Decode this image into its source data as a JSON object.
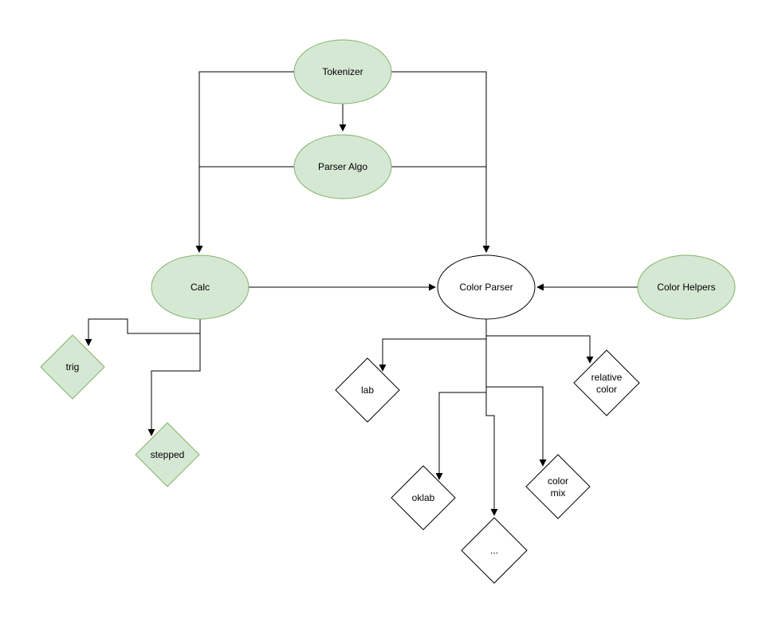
{
  "diagram": {
    "title": "CSS value parsing architecture diagram",
    "background": "#ffffff",
    "palette": {
      "green_fill": "#d5e8d4",
      "green_stroke": "#82b366",
      "white_fill": "#ffffff",
      "black_stroke": "#000000",
      "edge_color": "#000000",
      "text_color": "#000000"
    },
    "nodes": {
      "tokenizer": {
        "label": "Tokenizer",
        "shape": "ellipse",
        "variant": "green"
      },
      "parser_algo": {
        "label": "Parser Algo",
        "shape": "ellipse",
        "variant": "green"
      },
      "calc": {
        "label": "Calc",
        "shape": "ellipse",
        "variant": "green"
      },
      "color_parser": {
        "label": "Color Parser",
        "shape": "ellipse",
        "variant": "white"
      },
      "color_helpers": {
        "label": "Color Helpers",
        "shape": "ellipse",
        "variant": "green"
      },
      "trig": {
        "label": "trig",
        "shape": "diamond",
        "variant": "green"
      },
      "stepped": {
        "label": "stepped",
        "shape": "diamond",
        "variant": "green"
      },
      "lab": {
        "label": "lab",
        "shape": "diamond",
        "variant": "white"
      },
      "relative_color": {
        "label": "relative color",
        "line1": "relative",
        "line2": "color",
        "shape": "diamond",
        "variant": "white"
      },
      "oklab": {
        "label": "oklab",
        "shape": "diamond",
        "variant": "white"
      },
      "color_mix": {
        "label": "color mix",
        "line1": "color",
        "line2": "mix",
        "shape": "diamond",
        "variant": "white"
      },
      "ellipsis": {
        "label": "...",
        "shape": "diamond",
        "variant": "white"
      }
    },
    "edges": [
      {
        "from": "Tokenizer",
        "to": "Parser Algo"
      },
      {
        "from": "Tokenizer",
        "to": "Calc"
      },
      {
        "from": "Parser Algo",
        "to": "Calc"
      },
      {
        "from": "Tokenizer",
        "to": "Color Parser"
      },
      {
        "from": "Parser Algo",
        "to": "Color Parser"
      },
      {
        "from": "Calc",
        "to": "Color Parser"
      },
      {
        "from": "Color Helpers",
        "to": "Color Parser"
      },
      {
        "from": "Calc",
        "to": "trig"
      },
      {
        "from": "Calc",
        "to": "stepped"
      },
      {
        "from": "Color Parser",
        "to": "lab"
      },
      {
        "from": "Color Parser",
        "to": "relative color"
      },
      {
        "from": "Color Parser",
        "to": "oklab"
      },
      {
        "from": "Color Parser",
        "to": "color mix"
      },
      {
        "from": "Color Parser",
        "to": "..."
      }
    ]
  }
}
